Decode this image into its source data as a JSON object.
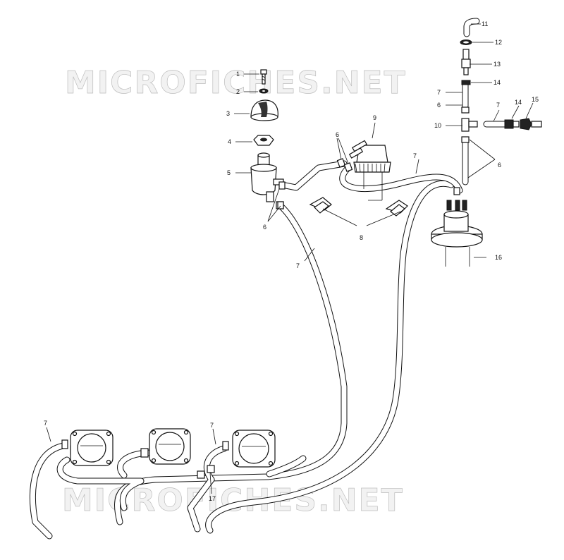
{
  "watermark": {
    "top": "MICROFICHES.NET",
    "bottom": "MICROFICHES.NET"
  },
  "callouts": {
    "c1": "1",
    "c2": "2",
    "c3": "3",
    "c4": "4",
    "c5": "5",
    "c6a": "6",
    "c6b": "6",
    "c6c": "6",
    "c6d": "6",
    "c7a": "7",
    "c7b": "7",
    "c7c": "7",
    "c7d": "7",
    "c7e": "7",
    "c7f": "7",
    "c8": "8",
    "c9": "9",
    "c10": "10",
    "c11": "11",
    "c12": "12",
    "c13": "13",
    "c14a": "14",
    "c14b": "14",
    "c15": "15",
    "c16": "16",
    "c17": "17"
  }
}
